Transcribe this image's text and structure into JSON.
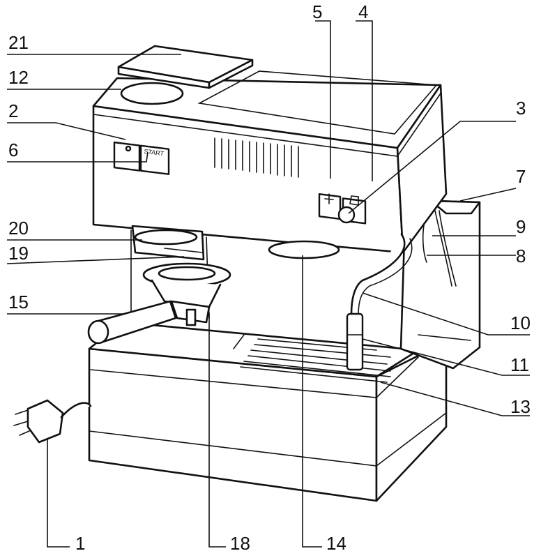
{
  "callouts": [
    {
      "id": "c21",
      "label": "21"
    },
    {
      "id": "c12",
      "label": "12"
    },
    {
      "id": "c2",
      "label": "2"
    },
    {
      "id": "c6",
      "label": "6"
    },
    {
      "id": "c20",
      "label": "20"
    },
    {
      "id": "c19",
      "label": "19"
    },
    {
      "id": "c15",
      "label": "15"
    },
    {
      "id": "c5",
      "label": "5"
    },
    {
      "id": "c4",
      "label": "4"
    },
    {
      "id": "c3",
      "label": "3"
    },
    {
      "id": "c7",
      "label": "7"
    },
    {
      "id": "c9",
      "label": "9"
    },
    {
      "id": "c8",
      "label": "8"
    },
    {
      "id": "c10",
      "label": "10"
    },
    {
      "id": "c11",
      "label": "11"
    },
    {
      "id": "c13",
      "label": "13"
    },
    {
      "id": "c1",
      "label": "1"
    },
    {
      "id": "c18",
      "label": "18"
    },
    {
      "id": "c14",
      "label": "14"
    }
  ],
  "switches": {
    "start_label": "START"
  }
}
